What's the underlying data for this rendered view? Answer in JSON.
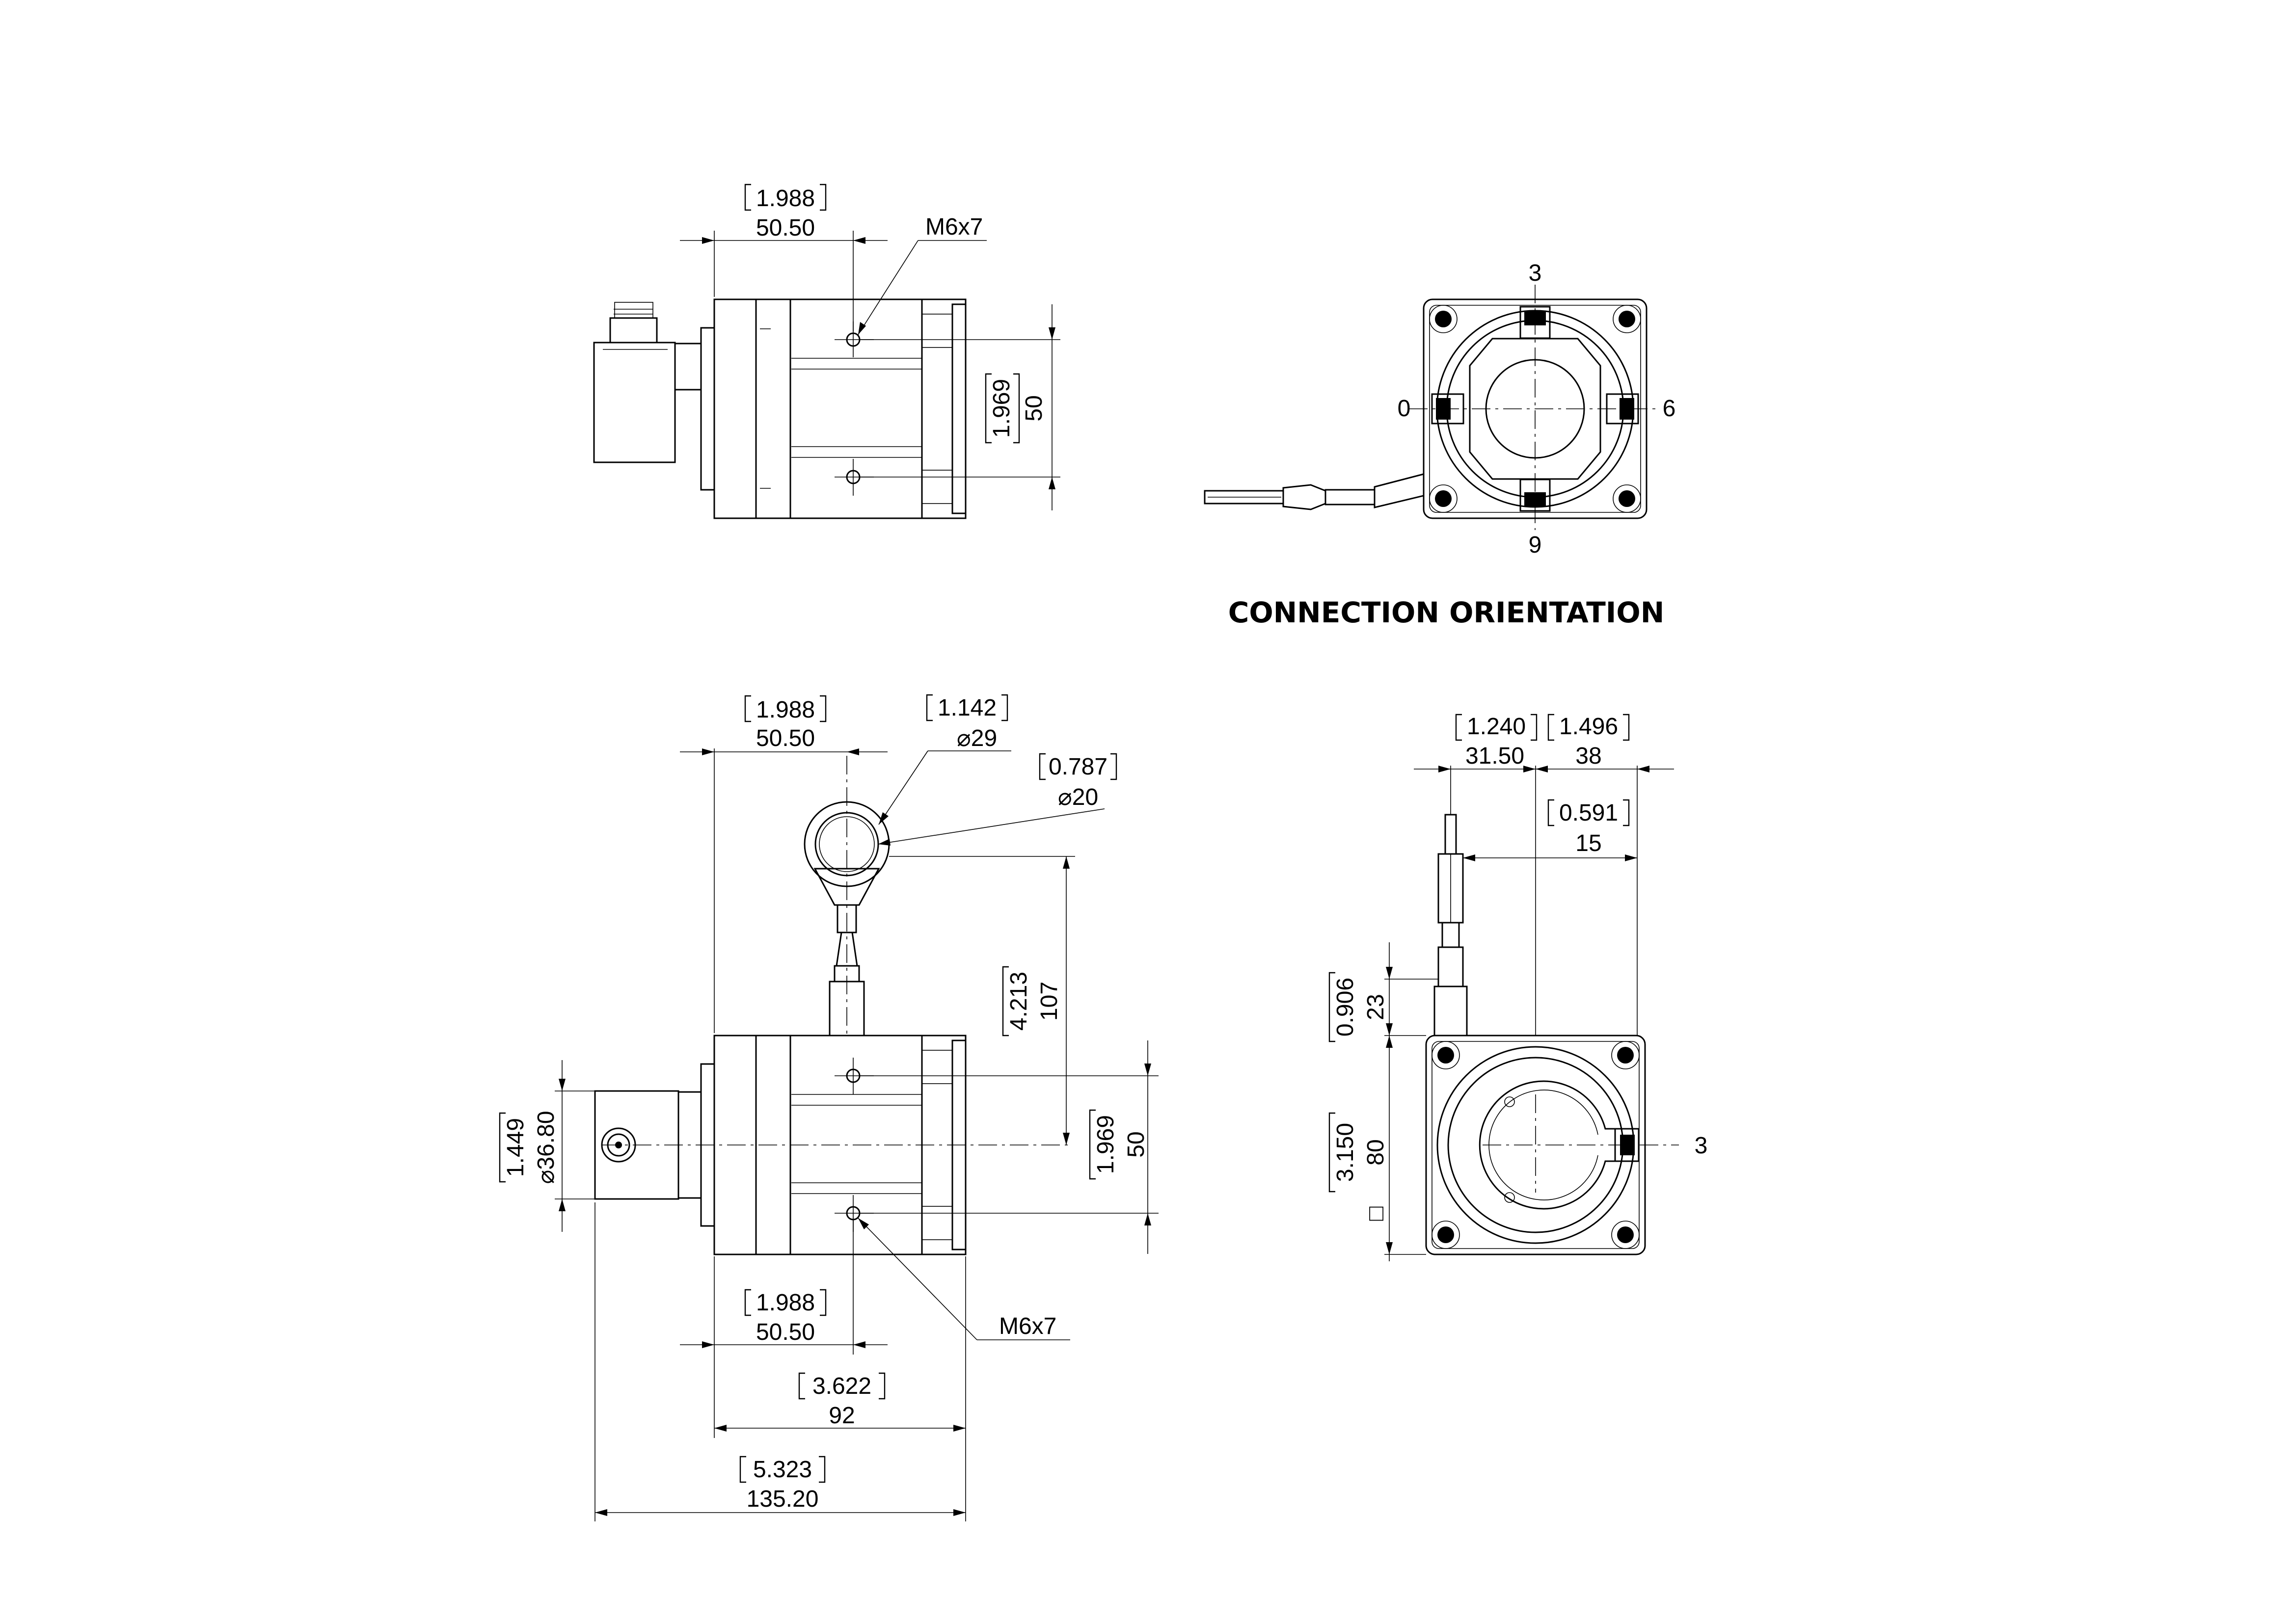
{
  "caption": "CONNECTION ORIENTATION",
  "top_side_view": {
    "width_in": "1.988",
    "width_mm": "50.50",
    "thread": "M6x7",
    "hole_spacing_in": "1.969",
    "hole_spacing_mm": "50"
  },
  "orientation_view": {
    "pos_top": "3",
    "pos_left": "0",
    "pos_right": "6",
    "pos_bottom": "9"
  },
  "bottom_side_view": {
    "ring_outer_in": "1.142",
    "ring_outer_mm": "⌀29",
    "ring_inner_in": "0.787",
    "ring_inner_mm": "⌀20",
    "top_width_in": "1.988",
    "top_width_mm": "50.50",
    "ring_height_in": "4.213",
    "ring_height_mm": "107",
    "hole_spacing_in": "1.969",
    "hole_spacing_mm": "50",
    "connector_dia_in": "1.449",
    "connector_dia_mm": "⌀36.80",
    "bottom_width_in": "1.988",
    "bottom_width_mm": "50.50",
    "thread": "M6x7",
    "body_length_in": "3.622",
    "body_length_mm": "92",
    "overall_length_in": "5.323",
    "overall_length_mm": "135.20"
  },
  "front_view": {
    "offset_a_in": "1.240",
    "offset_a_mm": "31.50",
    "offset_b_in": "1.496",
    "offset_b_mm": "38",
    "cable_offset_in": "0.591",
    "cable_offset_mm": "15",
    "cable_height_in": "0.906",
    "cable_height_mm": "23",
    "square_in": "3.150",
    "square_mm": "80",
    "square_symbol": "□",
    "position_label": "3"
  }
}
